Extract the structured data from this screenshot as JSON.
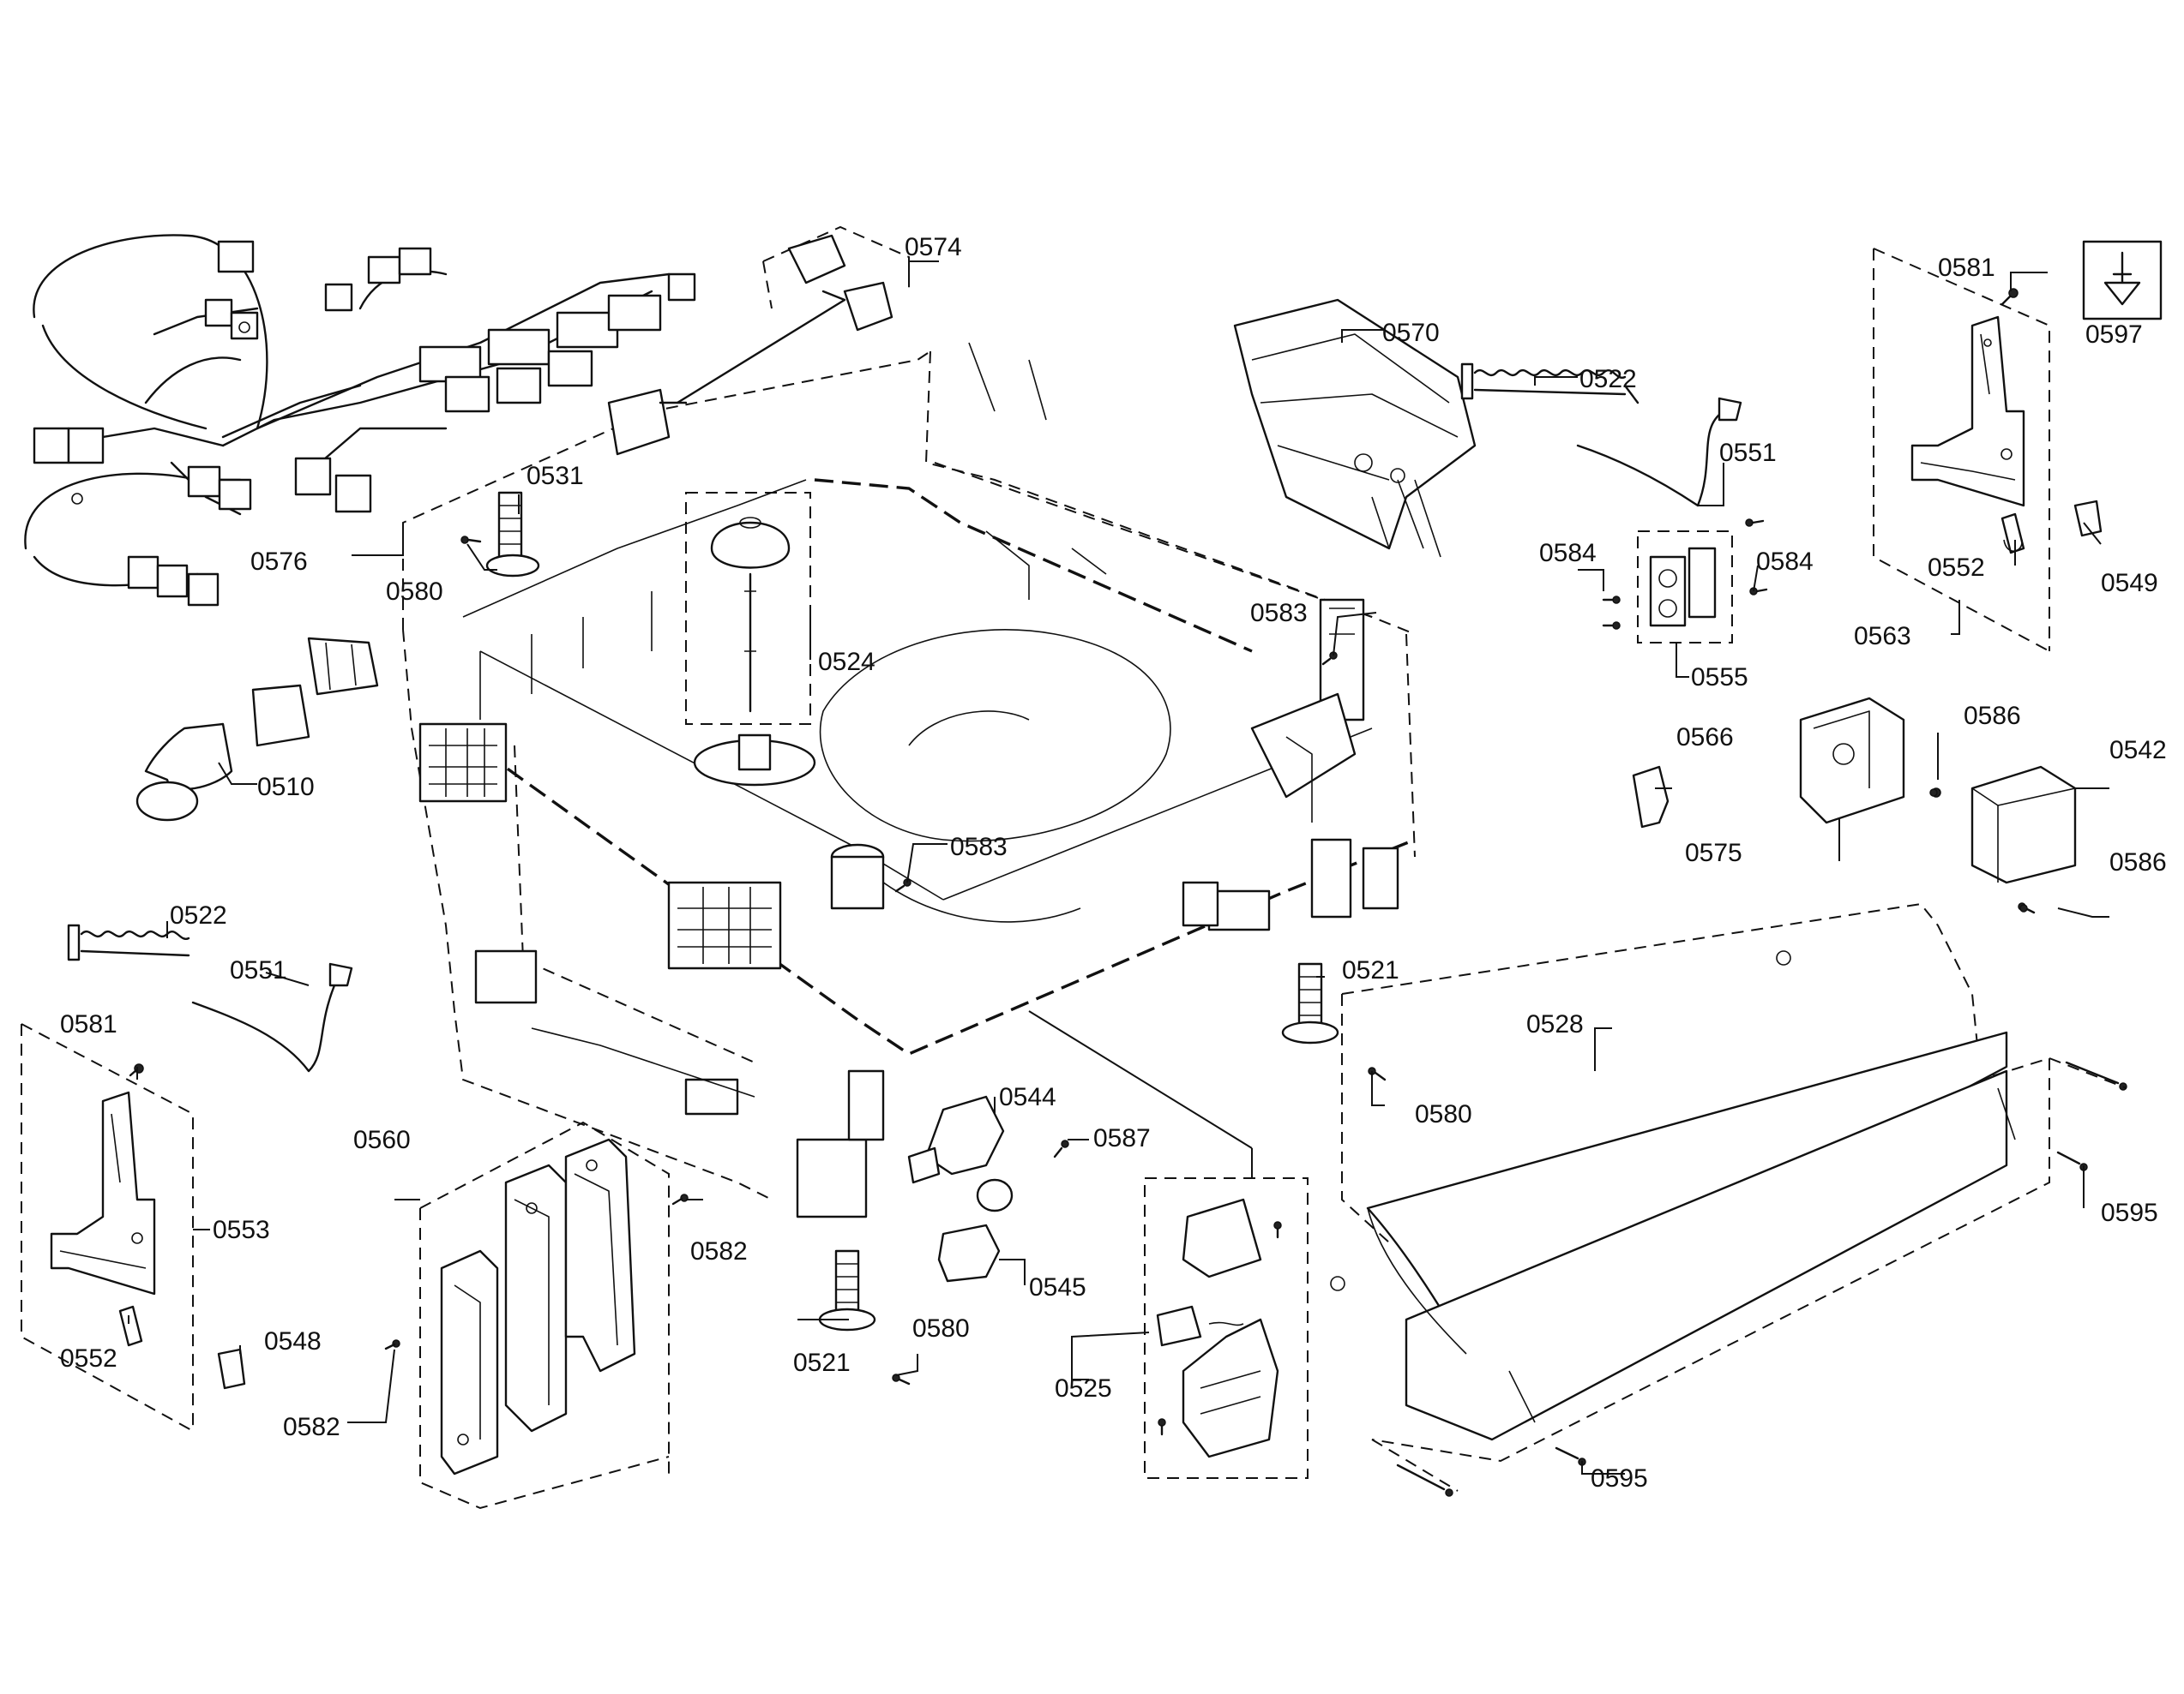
{
  "part_labels": [
    "0574",
    "0570",
    "0522",
    "0581",
    "0597",
    "0551",
    "0531",
    "0576",
    "0580",
    "0584",
    "0584",
    "0583",
    "0524",
    "0555",
    "0552",
    "0549",
    "0563",
    "0510",
    "0566",
    "0586",
    "0542",
    "0575",
    "0583",
    "0586",
    "0522",
    "0551",
    "0521",
    "0528",
    "0581",
    "0544",
    "0580",
    "0587",
    "0595",
    "0553",
    "0560",
    "0582",
    "0545",
    "0552",
    "0548",
    "0521",
    "0580",
    "0582",
    "0525",
    "0595"
  ]
}
